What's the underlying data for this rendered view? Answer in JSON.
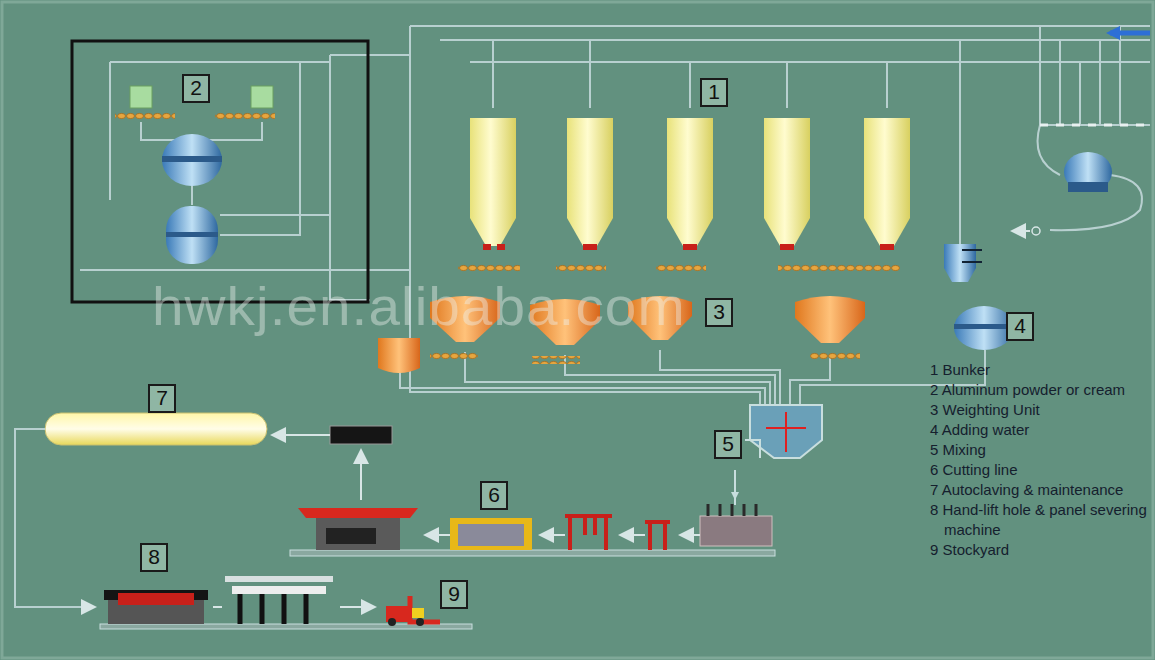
{
  "diagram": {
    "nodes": [
      {
        "text": [
          "1"
        ]
      },
      {
        "text": [
          "2"
        ]
      },
      {
        "text": [
          "3"
        ]
      },
      {
        "text": [
          "4"
        ]
      },
      {
        "text": [
          "5"
        ]
      },
      {
        "text": [
          "6"
        ]
      },
      {
        "text": [
          "7"
        ]
      },
      {
        "text": [
          "8"
        ]
      },
      {
        "text": [
          "9"
        ]
      }
    ],
    "labels": [
      "hwkj.en.alibaba.com",
      "1 Bunker",
      "2 Aluminum powder or cream",
      "3 Weighting Unit",
      "4 Adding water",
      "5 Mixing",
      "6 Cutting line",
      "7 Autoclaving & maintenance",
      "8 Hand-lift hole & panel severing machine",
      "9 Stockyard"
    ]
  }
}
